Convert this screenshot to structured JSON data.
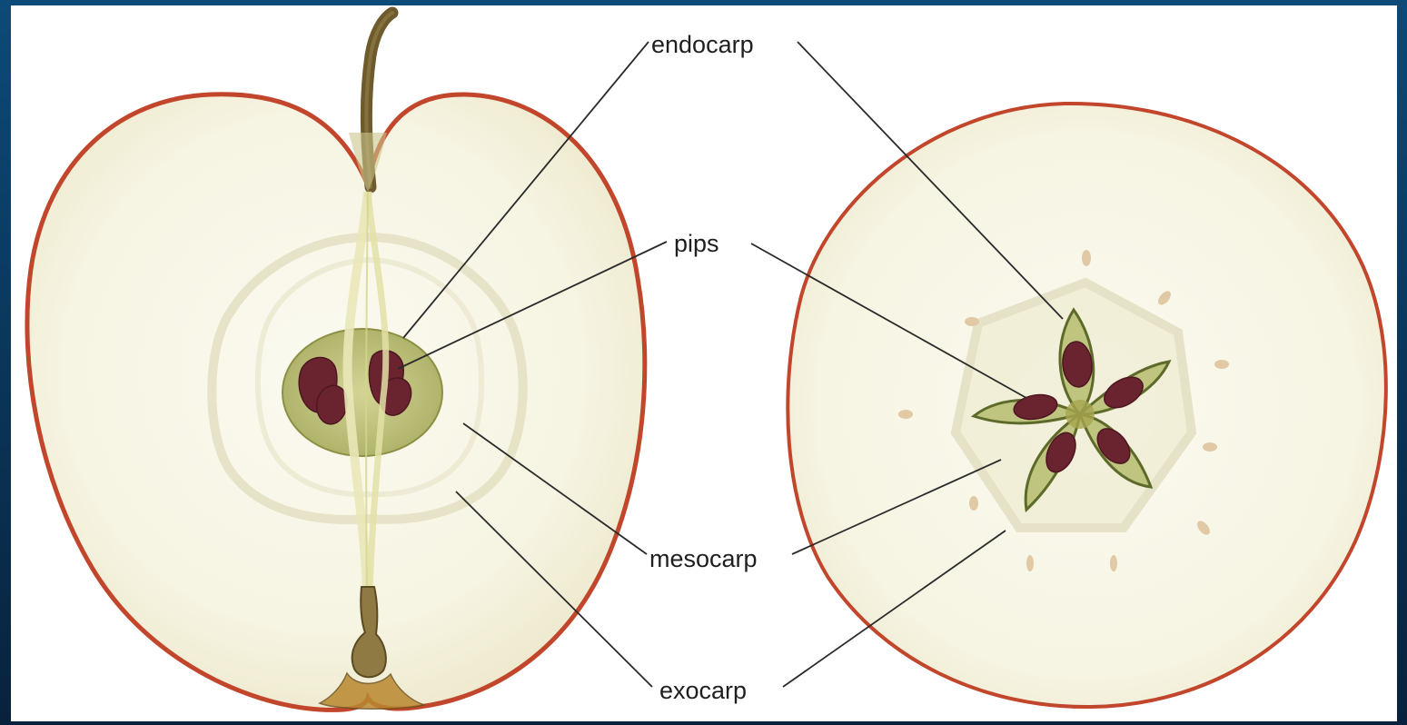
{
  "labels": {
    "endocarp": "endocarp",
    "pips": "pips",
    "mesocarp": "mesocarp",
    "exocarp": "exocarp"
  },
  "colors": {
    "background": "#0a3457",
    "panel": "#ffffff",
    "flesh": "#f6f4e4",
    "skin": "#c2462b",
    "core": "#bfc47f",
    "pip": "#6a2430",
    "stalk": "#6e5a2c",
    "leader_line": "#2a2a2a"
  }
}
